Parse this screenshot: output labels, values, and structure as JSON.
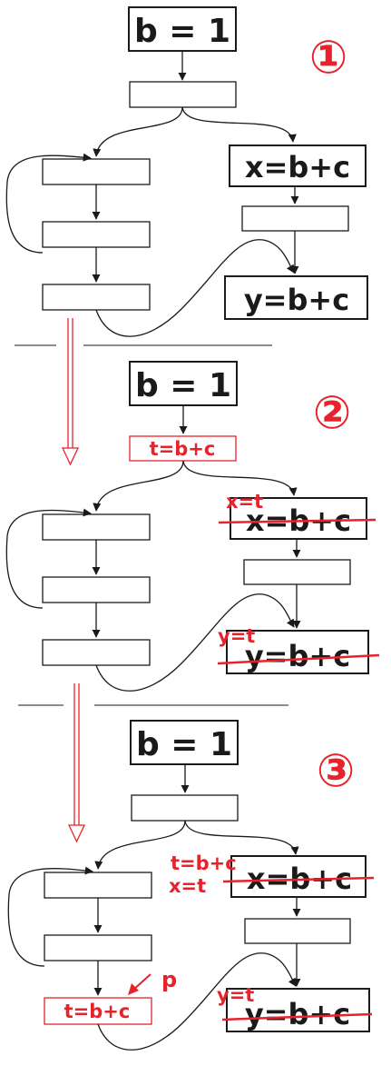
{
  "colors": {
    "ink": "#1a1a1a",
    "accent": "#e8222b"
  },
  "stages": [
    {
      "badge": "①",
      "entry_label": "b = 1",
      "top_block_label": "",
      "right_upper_label": "x=b+c",
      "right_lower_label": "y=b+c",
      "loop_bottom_label": "",
      "annotations": []
    },
    {
      "badge": "②",
      "entry_label": "b = 1",
      "top_block_label": "t=b+c",
      "right_upper_label": "x=b+c",
      "right_lower_label": "y=b+c",
      "loop_bottom_label": "",
      "annotations": [
        "x=t",
        "y=t"
      ]
    },
    {
      "badge": "③",
      "entry_label": "b = 1",
      "top_block_label": "",
      "right_upper_label": "x=b+c",
      "right_lower_label": "y=b+c",
      "loop_bottom_label": "t=b+c",
      "annotations": [
        "t=b+c",
        "x=t",
        "y=t",
        "p"
      ]
    }
  ]
}
